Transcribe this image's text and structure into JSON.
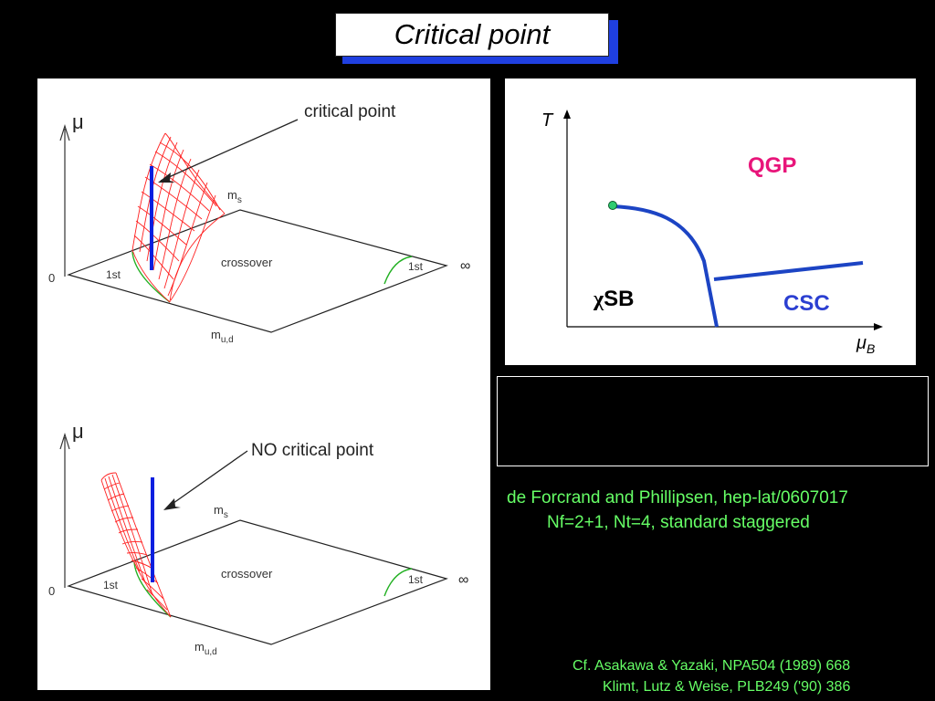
{
  "slide": {
    "title": "Critical point"
  },
  "top_diagram": {
    "axis_mu": "μ",
    "zero_label": "0",
    "arrow_label": "critical point",
    "ms_label": "m",
    "ms_sub": "s",
    "mud_label": "m",
    "mud_sub": "u,d",
    "crossover_label": "crossover",
    "first_left": "1st",
    "first_right": "1st",
    "infinity": "∞"
  },
  "bottom_diagram": {
    "axis_mu": "μ",
    "zero_label": "0",
    "arrow_label": "NO critical point",
    "ms_label": "m",
    "ms_sub": "s",
    "mud_label": "m",
    "mud_sub": "u,d",
    "crossover_label": "crossover",
    "first_left": "1st",
    "first_right": "1st",
    "infinity": "∞"
  },
  "phase_diagram": {
    "y_axis": "T",
    "x_axis": "μ",
    "x_axis_sub": "B",
    "region_qgp": "QGP",
    "region_chisb_chi": "χ",
    "region_chisb_rest": "SB",
    "region_csc": "CSC",
    "colors": {
      "qgp": "#e8157a",
      "csc": "#2b3fd1",
      "line": "#1c44c4",
      "critical_point": "#2ecc71"
    }
  },
  "citation": {
    "line1": "de Forcrand and Phillipsen, hep-lat/0607017",
    "line2": "Nf=2+1, Nt=4, standard staggered"
  },
  "references": {
    "line1": "Cf. Asakawa & Yazaki, NPA504 (1989) 668",
    "line2": "Klimt, Lutz & Weise, PLB249 ('90) 386"
  },
  "colors": {
    "background": "#000000",
    "title_shadow": "#1f3fe0",
    "green_text": "#66ff66",
    "surface": "#ff2020",
    "first_order_line": "#22b022",
    "mu_line": "#0a1fe0"
  }
}
